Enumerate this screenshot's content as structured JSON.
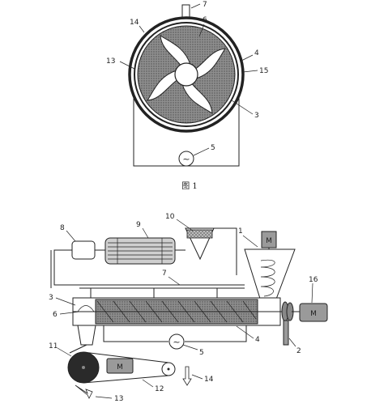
{
  "figure1": {
    "caption": "图 1",
    "labels": [
      "7",
      "6",
      "14",
      "4",
      "13",
      "15",
      "3",
      "5"
    ],
    "source_symbol": "~"
  },
  "figure2": {
    "labels": [
      "8",
      "9",
      "10",
      "1",
      "7",
      "16",
      "3",
      "6",
      "5",
      "4",
      "2",
      "11",
      "12",
      "14",
      "13"
    ],
    "motor_labels": [
      "M",
      "M",
      "M"
    ],
    "source_symbol": "~"
  }
}
